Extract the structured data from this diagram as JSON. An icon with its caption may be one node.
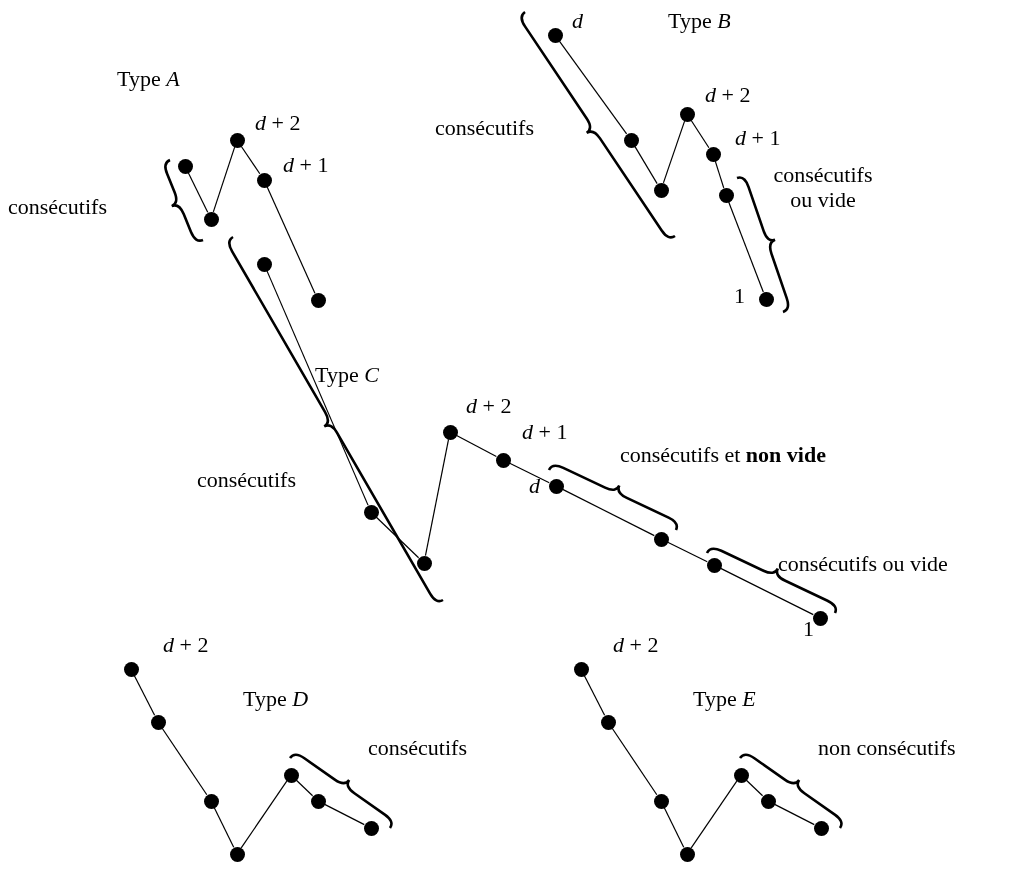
{
  "diagram": {
    "nodes": [
      {
        "text": [],
        "shape": "circle"
      },
      {
        "text": [],
        "shape": "circle"
      },
      {
        "text": [],
        "shape": "circle",
        "beside": [
          "*d* + 2"
        ]
      },
      {
        "text": [],
        "shape": "circle",
        "beside": [
          "*d* + 1"
        ]
      },
      {
        "text": [],
        "shape": "circle"
      },
      {
        "text": [],
        "shape": "circle",
        "beside": [
          "*d*"
        ]
      },
      {
        "text": [],
        "shape": "circle"
      },
      {
        "text": [],
        "shape": "circle"
      },
      {
        "text": [],
        "shape": "circle",
        "beside": [
          "*d* + 2"
        ]
      },
      {
        "text": [],
        "shape": "circle",
        "beside": [
          "*d* + 1"
        ]
      },
      {
        "text": [],
        "shape": "circle"
      },
      {
        "text": [],
        "shape": "circle",
        "beside": [
          "1"
        ]
      },
      {
        "text": [],
        "shape": "circle"
      },
      {
        "text": [],
        "shape": "circle"
      },
      {
        "text": [],
        "shape": "circle"
      },
      {
        "text": [],
        "shape": "circle",
        "beside": [
          "*d* + 2"
        ]
      },
      {
        "text": [],
        "shape": "circle",
        "beside": [
          "*d* + 1"
        ]
      },
      {
        "text": [],
        "shape": "circle",
        "beside": [
          "*d*"
        ]
      },
      {
        "text": [],
        "shape": "circle"
      },
      {
        "text": [],
        "shape": "circle"
      },
      {
        "text": [],
        "shape": "circle",
        "beside": [
          "1"
        ]
      },
      {
        "text": [],
        "shape": "circle",
        "beside": [
          "*d* + 2"
        ]
      },
      {
        "text": [],
        "shape": "circle"
      },
      {
        "text": [],
        "shape": "circle"
      },
      {
        "text": [],
        "shape": "circle"
      },
      {
        "text": [],
        "shape": "circle"
      },
      {
        "text": [],
        "shape": "circle"
      },
      {
        "text": [],
        "shape": "circle"
      },
      {
        "text": [],
        "shape": "circle",
        "beside": [
          "*d* + 2"
        ]
      },
      {
        "text": [],
        "shape": "circle"
      },
      {
        "text": [],
        "shape": "circle"
      },
      {
        "text": [],
        "shape": "circle"
      },
      {
        "text": [],
        "shape": "circle"
      },
      {
        "text": [],
        "shape": "circle"
      },
      {
        "text": [],
        "shape": "circle"
      }
    ],
    "edges": [
      {
        "from": 0,
        "to": 1,
        "arrow": "none"
      },
      {
        "from": 1,
        "to": 2,
        "arrow": "none"
      },
      {
        "from": 2,
        "to": 3,
        "arrow": "none"
      },
      {
        "from": 3,
        "to": 4,
        "arrow": "none"
      },
      {
        "from": 5,
        "to": 6,
        "arrow": "none"
      },
      {
        "from": 6,
        "to": 7,
        "arrow": "none"
      },
      {
        "from": 7,
        "to": 8,
        "arrow": "none"
      },
      {
        "from": 8,
        "to": 9,
        "arrow": "none"
      },
      {
        "from": 9,
        "to": 10,
        "arrow": "none"
      },
      {
        "from": 10,
        "to": 11,
        "arrow": "none"
      },
      {
        "from": 12,
        "to": 13,
        "arrow": "none"
      },
      {
        "from": 13,
        "to": 14,
        "arrow": "none"
      },
      {
        "from": 14,
        "to": 15,
        "arrow": "none"
      },
      {
        "from": 15,
        "to": 16,
        "arrow": "none"
      },
      {
        "from": 16,
        "to": 17,
        "arrow": "none"
      },
      {
        "from": 17,
        "to": 18,
        "arrow": "none"
      },
      {
        "from": 18,
        "to": 19,
        "arrow": "none"
      },
      {
        "from": 19,
        "to": 20,
        "arrow": "none"
      },
      {
        "from": 21,
        "to": 22,
        "arrow": "none"
      },
      {
        "from": 22,
        "to": 23,
        "arrow": "none"
      },
      {
        "from": 23,
        "to": 24,
        "arrow": "none"
      },
      {
        "from": 24,
        "to": 25,
        "arrow": "none"
      },
      {
        "from": 25,
        "to": 26,
        "arrow": "none"
      },
      {
        "from": 26,
        "to": 27,
        "arrow": "none"
      },
      {
        "from": 28,
        "to": 29,
        "arrow": "none"
      },
      {
        "from": 29,
        "to": 30,
        "arrow": "none"
      },
      {
        "from": 30,
        "to": 31,
        "arrow": "none"
      },
      {
        "from": 31,
        "to": 32,
        "arrow": "none"
      },
      {
        "from": 32,
        "to": 33,
        "arrow": "none"
      },
      {
        "from": 33,
        "to": 34,
        "arrow": "none"
      }
    ],
    "labels": [
      "Type *B*",
      "Type *A*",
      "consécutifs",
      "consécutifs",
      "consécutifs ou vide",
      "Type *C*",
      "consécutifs et **non vide**",
      "consécutifs",
      "consécutifs ou vide",
      "Type *D*",
      "Type *E*",
      "consécutifs",
      "non consécutifs"
    ]
  }
}
